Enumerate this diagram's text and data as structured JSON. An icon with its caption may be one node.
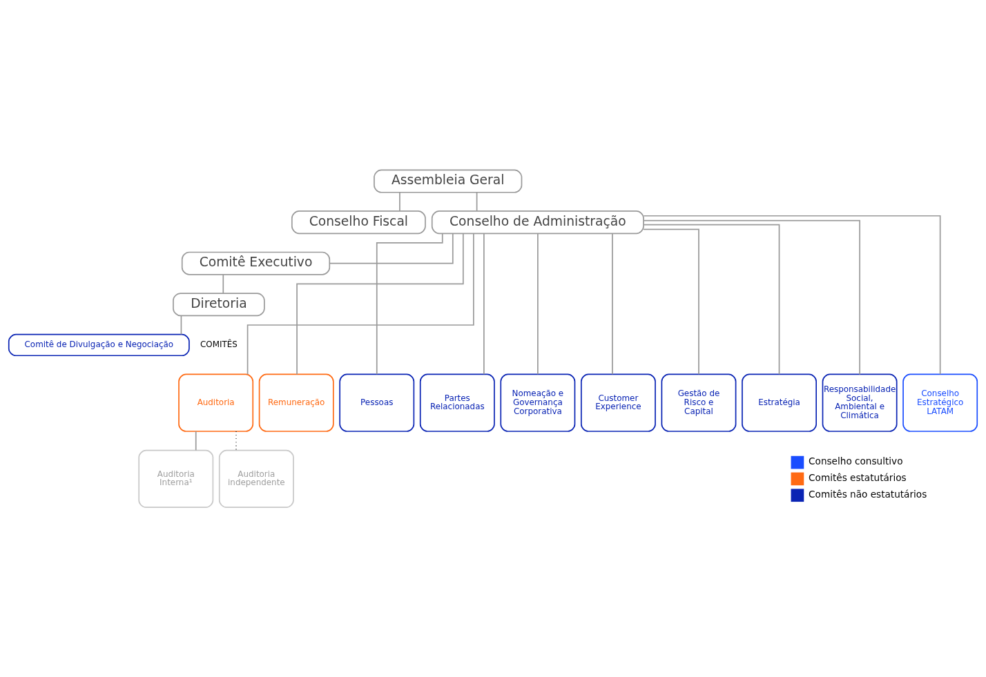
{
  "diagram": {
    "nodes": [
      {
        "text": [
          "Assembleia Geral"
        ]
      },
      {
        "text": [
          "Conselho Fiscal"
        ]
      },
      {
        "text": [
          "Conselho de Administração"
        ]
      },
      {
        "text": [
          "Comitê Executivo"
        ]
      },
      {
        "text": [
          "Diretoria"
        ]
      },
      {
        "text": [
          "Comitê de Divulgação e Negociação"
        ]
      },
      {
        "text": [
          "Auditoria"
        ]
      },
      {
        "text": [
          "Remuneração"
        ]
      },
      {
        "text": [
          "Pessoas"
        ]
      },
      {
        "text": [
          "Partes Relacionadas"
        ]
      },
      {
        "text": [
          "Nomeação e Governança Corporativa"
        ]
      },
      {
        "text": [
          "Customer Experience"
        ]
      },
      {
        "text": [
          "Gestão de Risco e Capital"
        ]
      },
      {
        "text": [
          "Estratégia"
        ]
      },
      {
        "text": [
          "Responsabilidade Social, Ambiental e Climática"
        ]
      },
      {
        "text": [
          "Conselho Estratégico LATAM"
        ]
      },
      {
        "text": [
          "Auditoria Interna¹"
        ]
      },
      {
        "text": [
          "Auditoria independente"
        ]
      }
    ],
    "edges": [
      {
        "from": 0,
        "to": 2,
        "arrow": "none"
      },
      {
        "from": 0,
        "to": 1,
        "arrow": "none"
      },
      {
        "from": 2,
        "to": 3,
        "arrow": "none"
      },
      {
        "from": 3,
        "to": 4,
        "arrow": "none"
      },
      {
        "from": 4,
        "to": 5,
        "arrow": "none"
      },
      {
        "from": 2,
        "to": 6,
        "arrow": "none"
      },
      {
        "from": 2,
        "to": 7,
        "arrow": "none"
      },
      {
        "from": 2,
        "to": 8,
        "arrow": "none"
      },
      {
        "from": 2,
        "to": 9,
        "arrow": "none"
      },
      {
        "from": 2,
        "to": 10,
        "arrow": "none"
      },
      {
        "from": 2,
        "to": 11,
        "arrow": "none"
      },
      {
        "from": 2,
        "to": 12,
        "arrow": "none"
      },
      {
        "from": 2,
        "to": 13,
        "arrow": "none"
      },
      {
        "from": 2,
        "to": 14,
        "arrow": "none"
      },
      {
        "from": 2,
        "to": 15,
        "arrow": "none"
      },
      {
        "from": 6,
        "to": 16,
        "arrow": "none"
      },
      {
        "from": 6,
        "to": 17,
        "arrow": "none",
        "style": "dashed",
        "color": "#333333"
      }
    ],
    "labels": [
      "COMITÊS"
    ],
    "legend": [
      {
        "text": "Conselho consultivo",
        "color": "#1a4dff"
      },
      {
        "text": "Comitês estatutários",
        "color": "#ff6a13"
      },
      {
        "text": "Comitês não estatutários",
        "color": "#0a24b4"
      }
    ]
  }
}
